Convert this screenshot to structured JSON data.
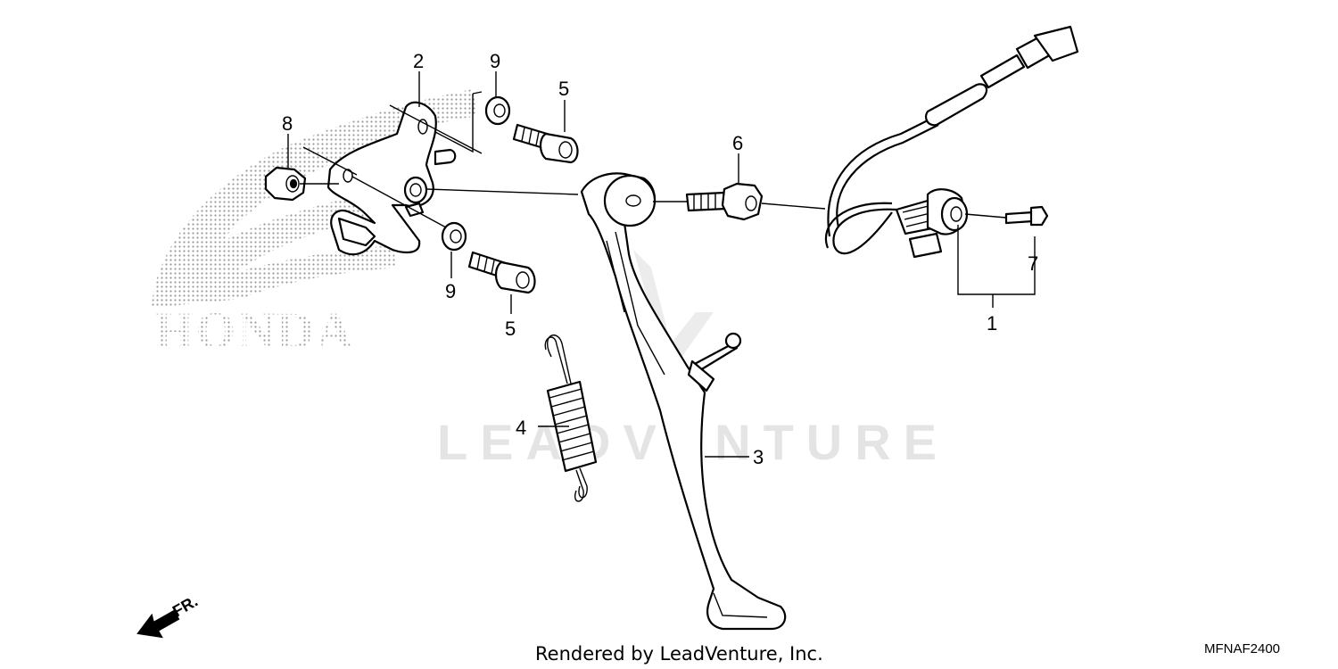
{
  "diagram": {
    "callouts": {
      "c1": "1",
      "c2": "2",
      "c3": "3",
      "c4": "4",
      "c5a": "5",
      "c5b": "5",
      "c6": "6",
      "c7": "7",
      "c8": "8",
      "c9a": "9",
      "c9b": "9"
    },
    "brand_logo_text": "HONDA",
    "watermark_text": "LEADVENTURE",
    "direction_label": "FR.",
    "footer_text": "Rendered by LeadVenture, Inc.",
    "diagram_code": "MFNAF2400"
  }
}
